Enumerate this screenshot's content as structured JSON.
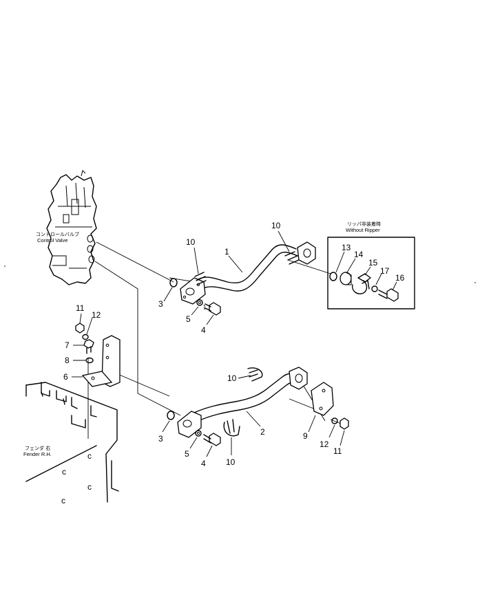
{
  "labels": {
    "control_valve_jp": "コントロールバルブ",
    "control_valve_en": "Control Valve",
    "without_ripper_jp": "リッパ非装着時",
    "without_ripper_en": "Without Ripper",
    "fender_jp": "フェンダ 右",
    "fender_en": "Fender R.H."
  },
  "callouts": {
    "upper_pipe": "1",
    "lower_pipe": "2",
    "oring_upper": "3",
    "oring_lower": "3",
    "bolt_upper": "4",
    "bolt_lower": "4",
    "washer_upper": "5",
    "washer_lower": "5",
    "bracket": "6",
    "bracket_bolt": "7",
    "bracket_washer": "8",
    "plate": "9",
    "ubolt_upper_left": "10",
    "ubolt_upper_right": "10",
    "ubolt_lower_upper": "10",
    "ubolt_lower_lower": "10",
    "nut_upper": "11",
    "nut_lower": "11",
    "lockwasher_upper": "12",
    "lockwasher_lower": "12",
    "inset_oring": "13",
    "inset_plug": "14",
    "inset_clamp": "15",
    "inset_bolt": "16",
    "inset_washer": "17"
  }
}
